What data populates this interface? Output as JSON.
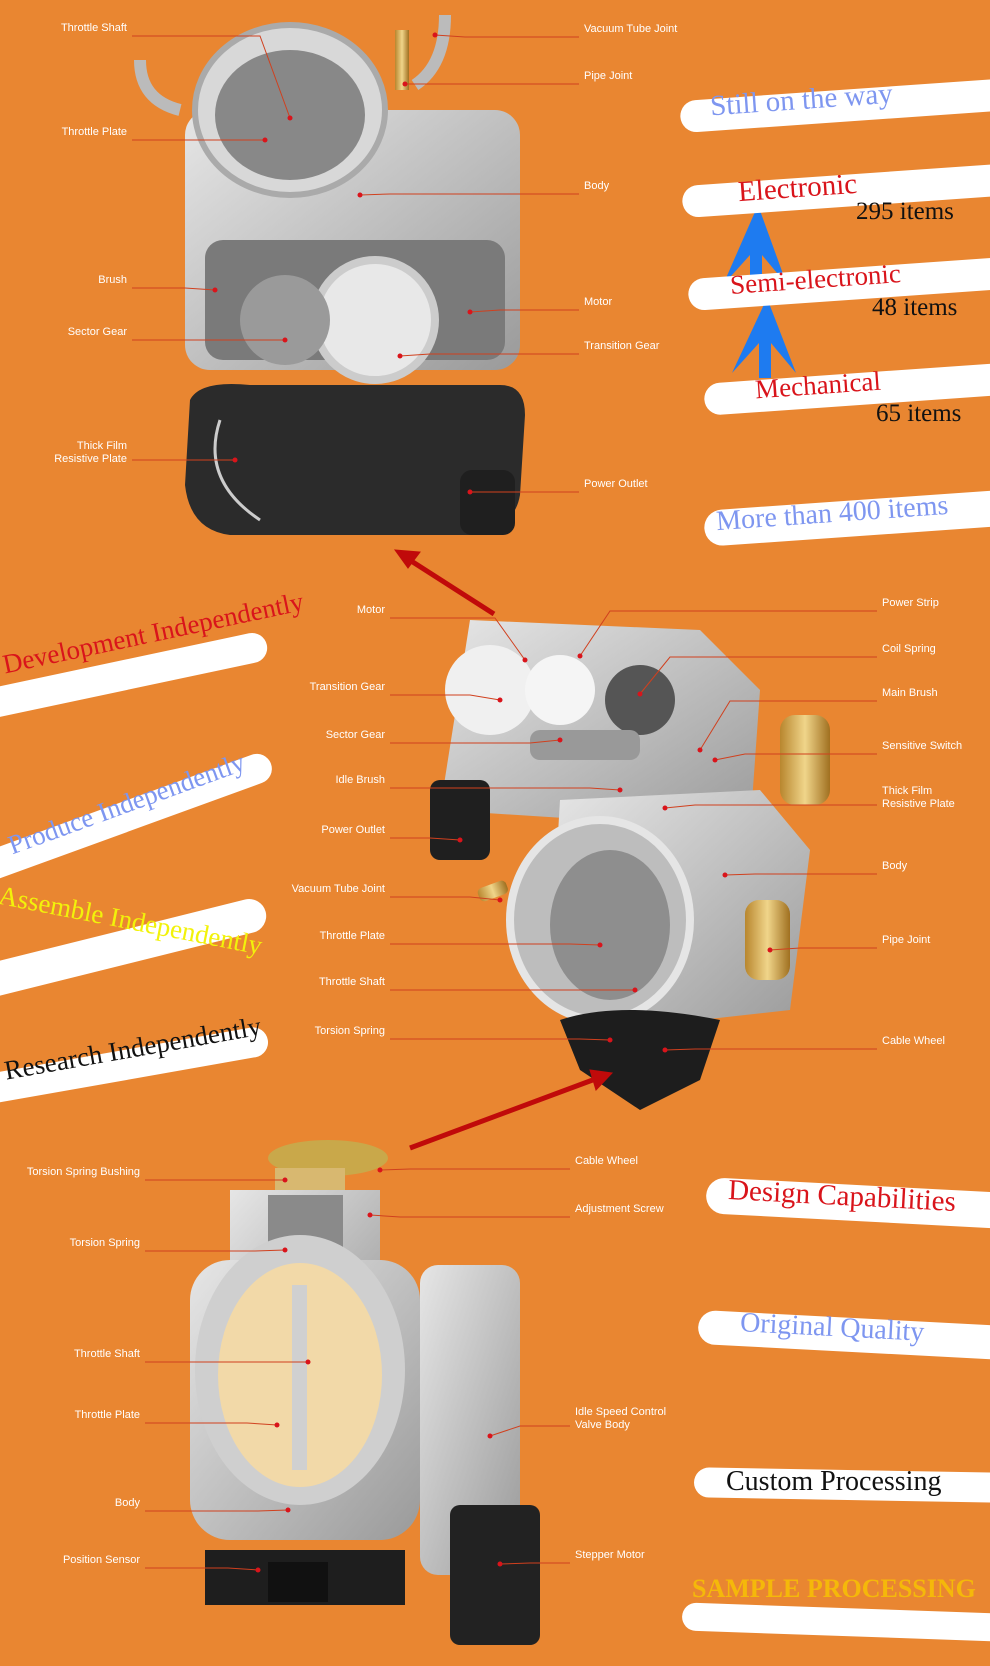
{
  "colors": {
    "background": "#E98631",
    "label": "#ffffff",
    "leader_line": "#D0401E",
    "red_text": "#D9141B",
    "blue_text": "#7E96F0",
    "yellow_text": "#F2F20A",
    "sample_text": "#F5B80A",
    "arrow_blue": "#1E7BF0",
    "arrow_red": "#C00A0A"
  },
  "top_diagram": {
    "left_labels": [
      "Throttle Shaft",
      "Throttle Plate",
      "Brush",
      "Sector Gear",
      "Thick Film\nResistive Plate"
    ],
    "right_labels": [
      "Vacuum Tube Joint",
      "Pipe Joint",
      "Body",
      "Motor",
      "Transition Gear",
      "Power Outlet"
    ]
  },
  "middle_diagram": {
    "left_labels": [
      "Motor",
      "Transition Gear",
      "Sector Gear",
      "Idle Brush",
      "Power Outlet",
      "Vacuum Tube Joint",
      "Throttle Plate",
      "Throttle Shaft",
      "Torsion Spring"
    ],
    "right_labels": [
      "Power Strip",
      "Coil Spring",
      "Main Brush",
      "Sensitive Switch",
      "Thick Film\nResistive Plate",
      "Body",
      "Pipe Joint",
      "Cable Wheel"
    ]
  },
  "bottom_diagram": {
    "left_labels": [
      "Torsion Spring Bushing",
      "Torsion Spring",
      "Throttle Shaft",
      "Throttle Plate",
      "Body",
      "Position Sensor"
    ],
    "right_labels": [
      "Cable Wheel",
      "Adjustment Screw",
      "Idle Speed Control\nValve Body",
      "Stepper Motor"
    ]
  },
  "product_range": {
    "still_on_the_way": "Still on the way",
    "levels": [
      {
        "name": "Electronic",
        "count": "295 items"
      },
      {
        "name": "Semi-electronic",
        "count": "48 items"
      },
      {
        "name": "Mechanical",
        "count": "65 items"
      }
    ],
    "total": "More than 400 items"
  },
  "independence": [
    "Development Independently",
    "Produce Independently",
    "Assemble Independently",
    "Research Independently"
  ],
  "capabilities": [
    "Design Capabilities",
    "Original Quality",
    "Custom Processing",
    "SAMPLE PROCESSING"
  ]
}
